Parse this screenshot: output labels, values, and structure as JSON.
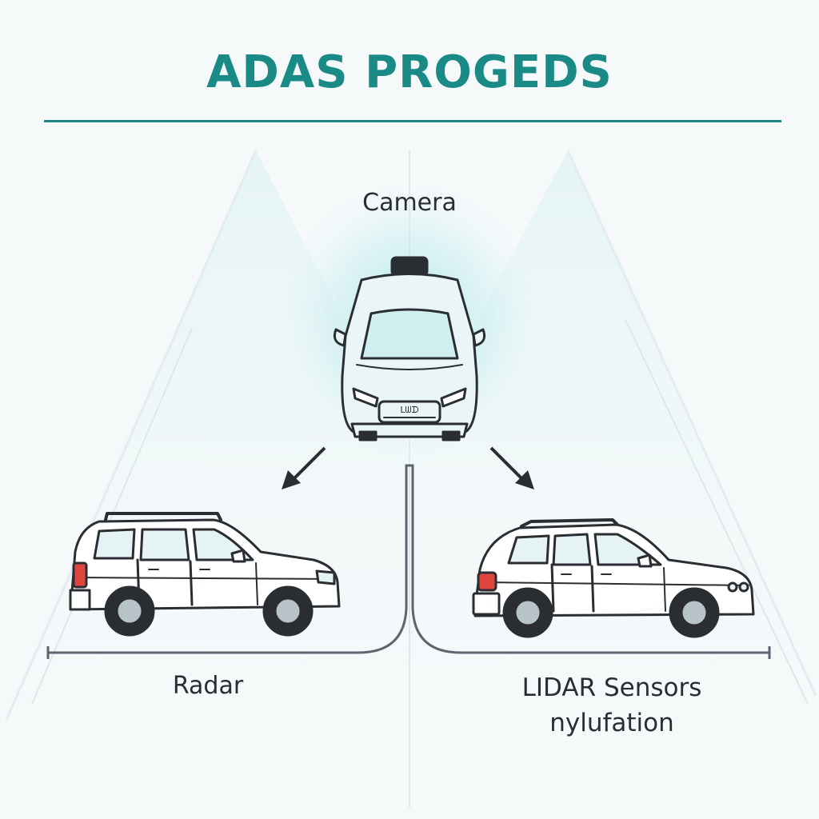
{
  "title": "ADAS PROGEDS",
  "labels": {
    "camera": "Camera",
    "radar": "Radar",
    "lidar_line1": "LIDAR Sensors",
    "lidar_line2": "nylufation"
  },
  "vehicle_badge": "ᒪᗯᗪ",
  "colors": {
    "accent": "#1a8a86",
    "line": "#5b6670",
    "stroke": "#2a2e33",
    "glow": "#9fe3e5",
    "car_fill": "#e9f5f6",
    "window": "#cfeff1",
    "tail_light": "#e0443e"
  }
}
